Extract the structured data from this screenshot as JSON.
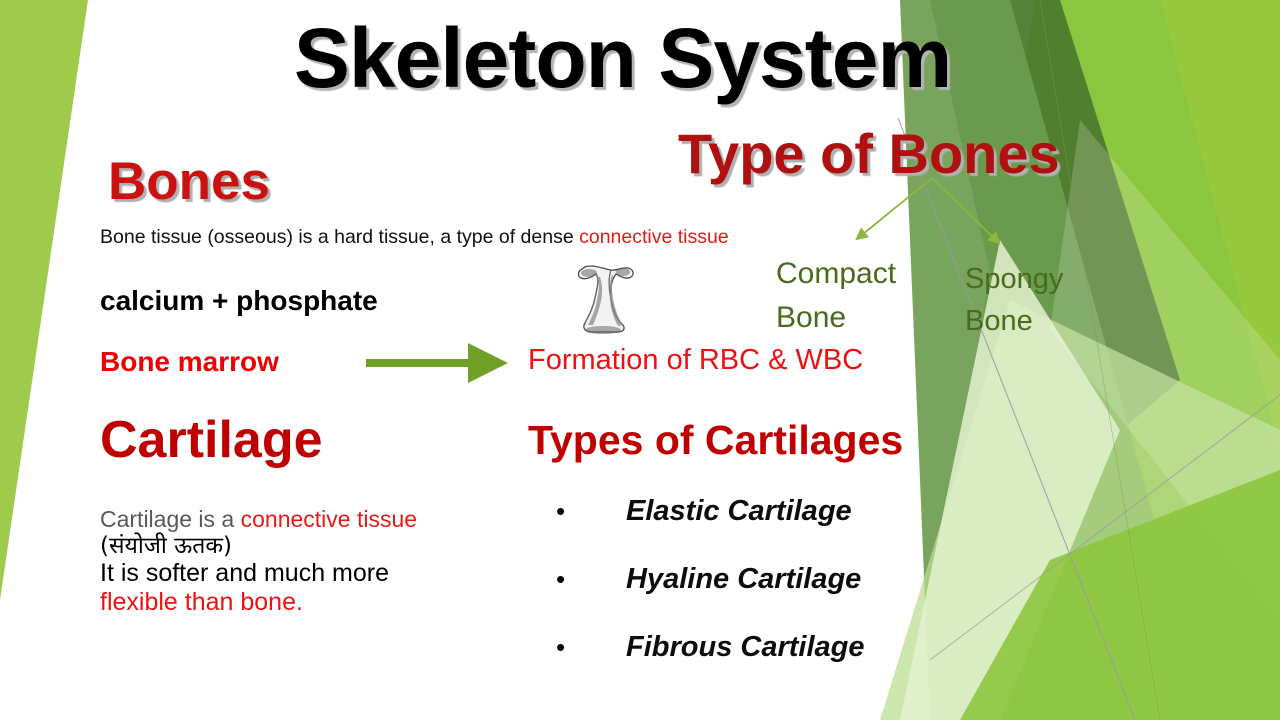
{
  "slide": {
    "title": "Skeleton System",
    "background_colors": {
      "left_wedge_green": "#9fcb4d",
      "bright_green": "#96c93d",
      "mid_green": "#6d9c50",
      "dark_green": "#4f7a2f",
      "pale_green": "#d8ecbe",
      "very_pale_green": "#e9f4da",
      "line_grey": "#9a9a9a"
    },
    "accent_colors": {
      "heading_red": "#c00000",
      "bright_red": "#ee1111",
      "olive_text": "#4a6b1e",
      "arrow_green": "#76a22e"
    }
  },
  "bones_section": {
    "heading": "Bones",
    "definition_prefix": "Bone tissue (osseous) is a hard tissue, a type of dense ",
    "definition_highlight": "connective tissue",
    "composition": "calcium + phosphate",
    "marrow_label": "Bone marrow",
    "marrow_result": "Formation of RBC & WBC",
    "bone_image_alt": "bone-sketch"
  },
  "type_of_bones_section": {
    "heading": "Type of Bones",
    "branches": [
      "Compact Bone",
      "Spongy Bone"
    ]
  },
  "cartilage_section": {
    "heading": "Cartilage",
    "line1_prefix": "Cartilage is a ",
    "line1_highlight": "connective tissue",
    "line2": "(संयोजी  ऊतक)",
    "line3": "It is softer and much more",
    "line4": "flexible than bone."
  },
  "types_of_cartilages_section": {
    "heading": "Types of Cartilages",
    "bullet_glyph": "•",
    "items": [
      "Elastic Cartilage",
      "Hyaline Cartilage",
      "Fibrous Cartilage"
    ]
  }
}
